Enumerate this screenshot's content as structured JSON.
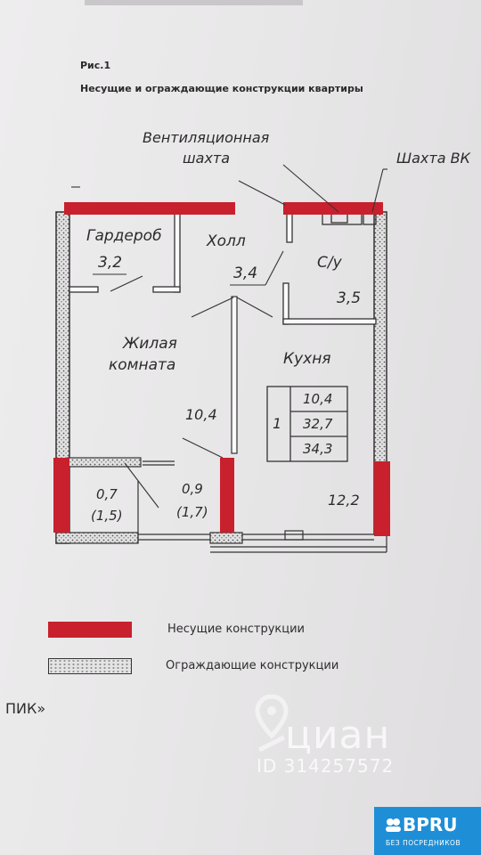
{
  "figure": {
    "number": "Рис.1",
    "title": "Несущие и ограждающие конструкции квартиры"
  },
  "labels": {
    "ventilation_shaft_line1": "Вентиляционная",
    "ventilation_shaft_line2": "шахта",
    "shaft_vk": "Шахта ВК",
    "wardrobe": "Гардероб",
    "wardrobe_area": "3,2",
    "hall": "Холл",
    "hall_area": "3,4",
    "bathroom": "С/у",
    "bathroom_area": "3,5",
    "living_line1": "Жилая",
    "living_line2": "комната",
    "living_area": "10,4",
    "kitchen": "Кухня",
    "kitchen_area": "12,2",
    "balcony1_area": "0,7",
    "balcony1_area_full": "(1,5)",
    "balcony2_area": "0,9",
    "balcony2_area_full": "(1,7)"
  },
  "summary_table": {
    "rooms": "1",
    "living_area": "10,4",
    "total_area": "32,7",
    "total_with_balcony": "34,3"
  },
  "legend": {
    "load_bearing": "Несущие конструкции",
    "enclosing": "Ограждающие конструкции"
  },
  "colors": {
    "load_bearing": "#c8202d",
    "walls": "#333333",
    "brand_badge": "#1e8fd6"
  },
  "footer": {
    "developer": "ПИК»",
    "watermark_brand": "циан",
    "watermark_id": "ID 314257572",
    "badge_brand": "BPRU",
    "badge_sub": "БЕЗ ПОСРЕДНИКОВ"
  }
}
